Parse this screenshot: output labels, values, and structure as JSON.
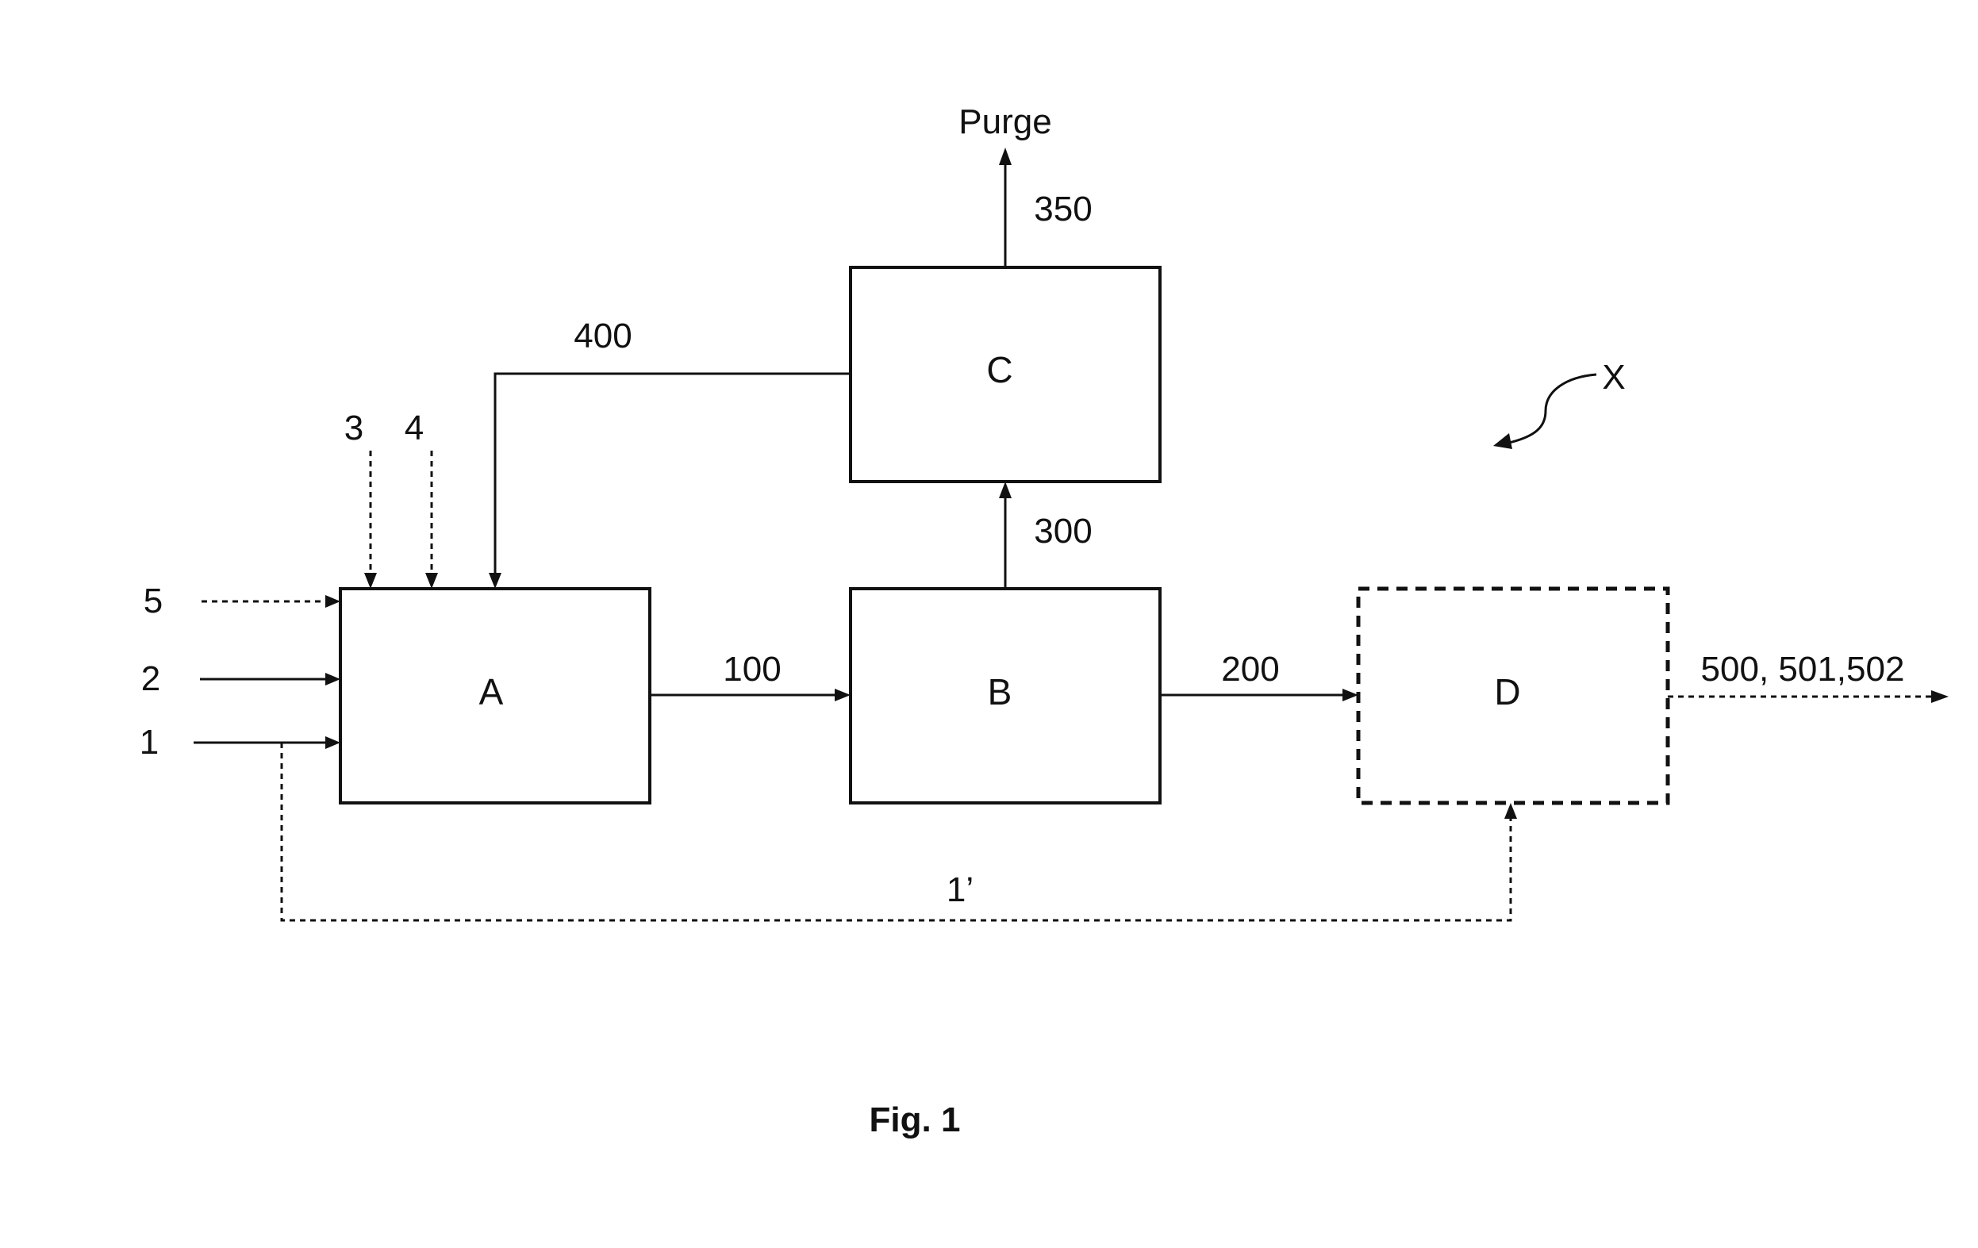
{
  "blocks": {
    "a": "A",
    "b": "B",
    "c": "C",
    "d": "D"
  },
  "streams": {
    "s1": "1",
    "s2": "2",
    "s3": "3",
    "s4": "4",
    "s5": "5",
    "s1_prime": "1’",
    "s100": "100",
    "s200": "200",
    "s300": "300",
    "s350": "350",
    "s400": "400",
    "output": "500, 501,502",
    "purge": "Purge"
  },
  "system_label": "X",
  "caption": "Fig. 1"
}
